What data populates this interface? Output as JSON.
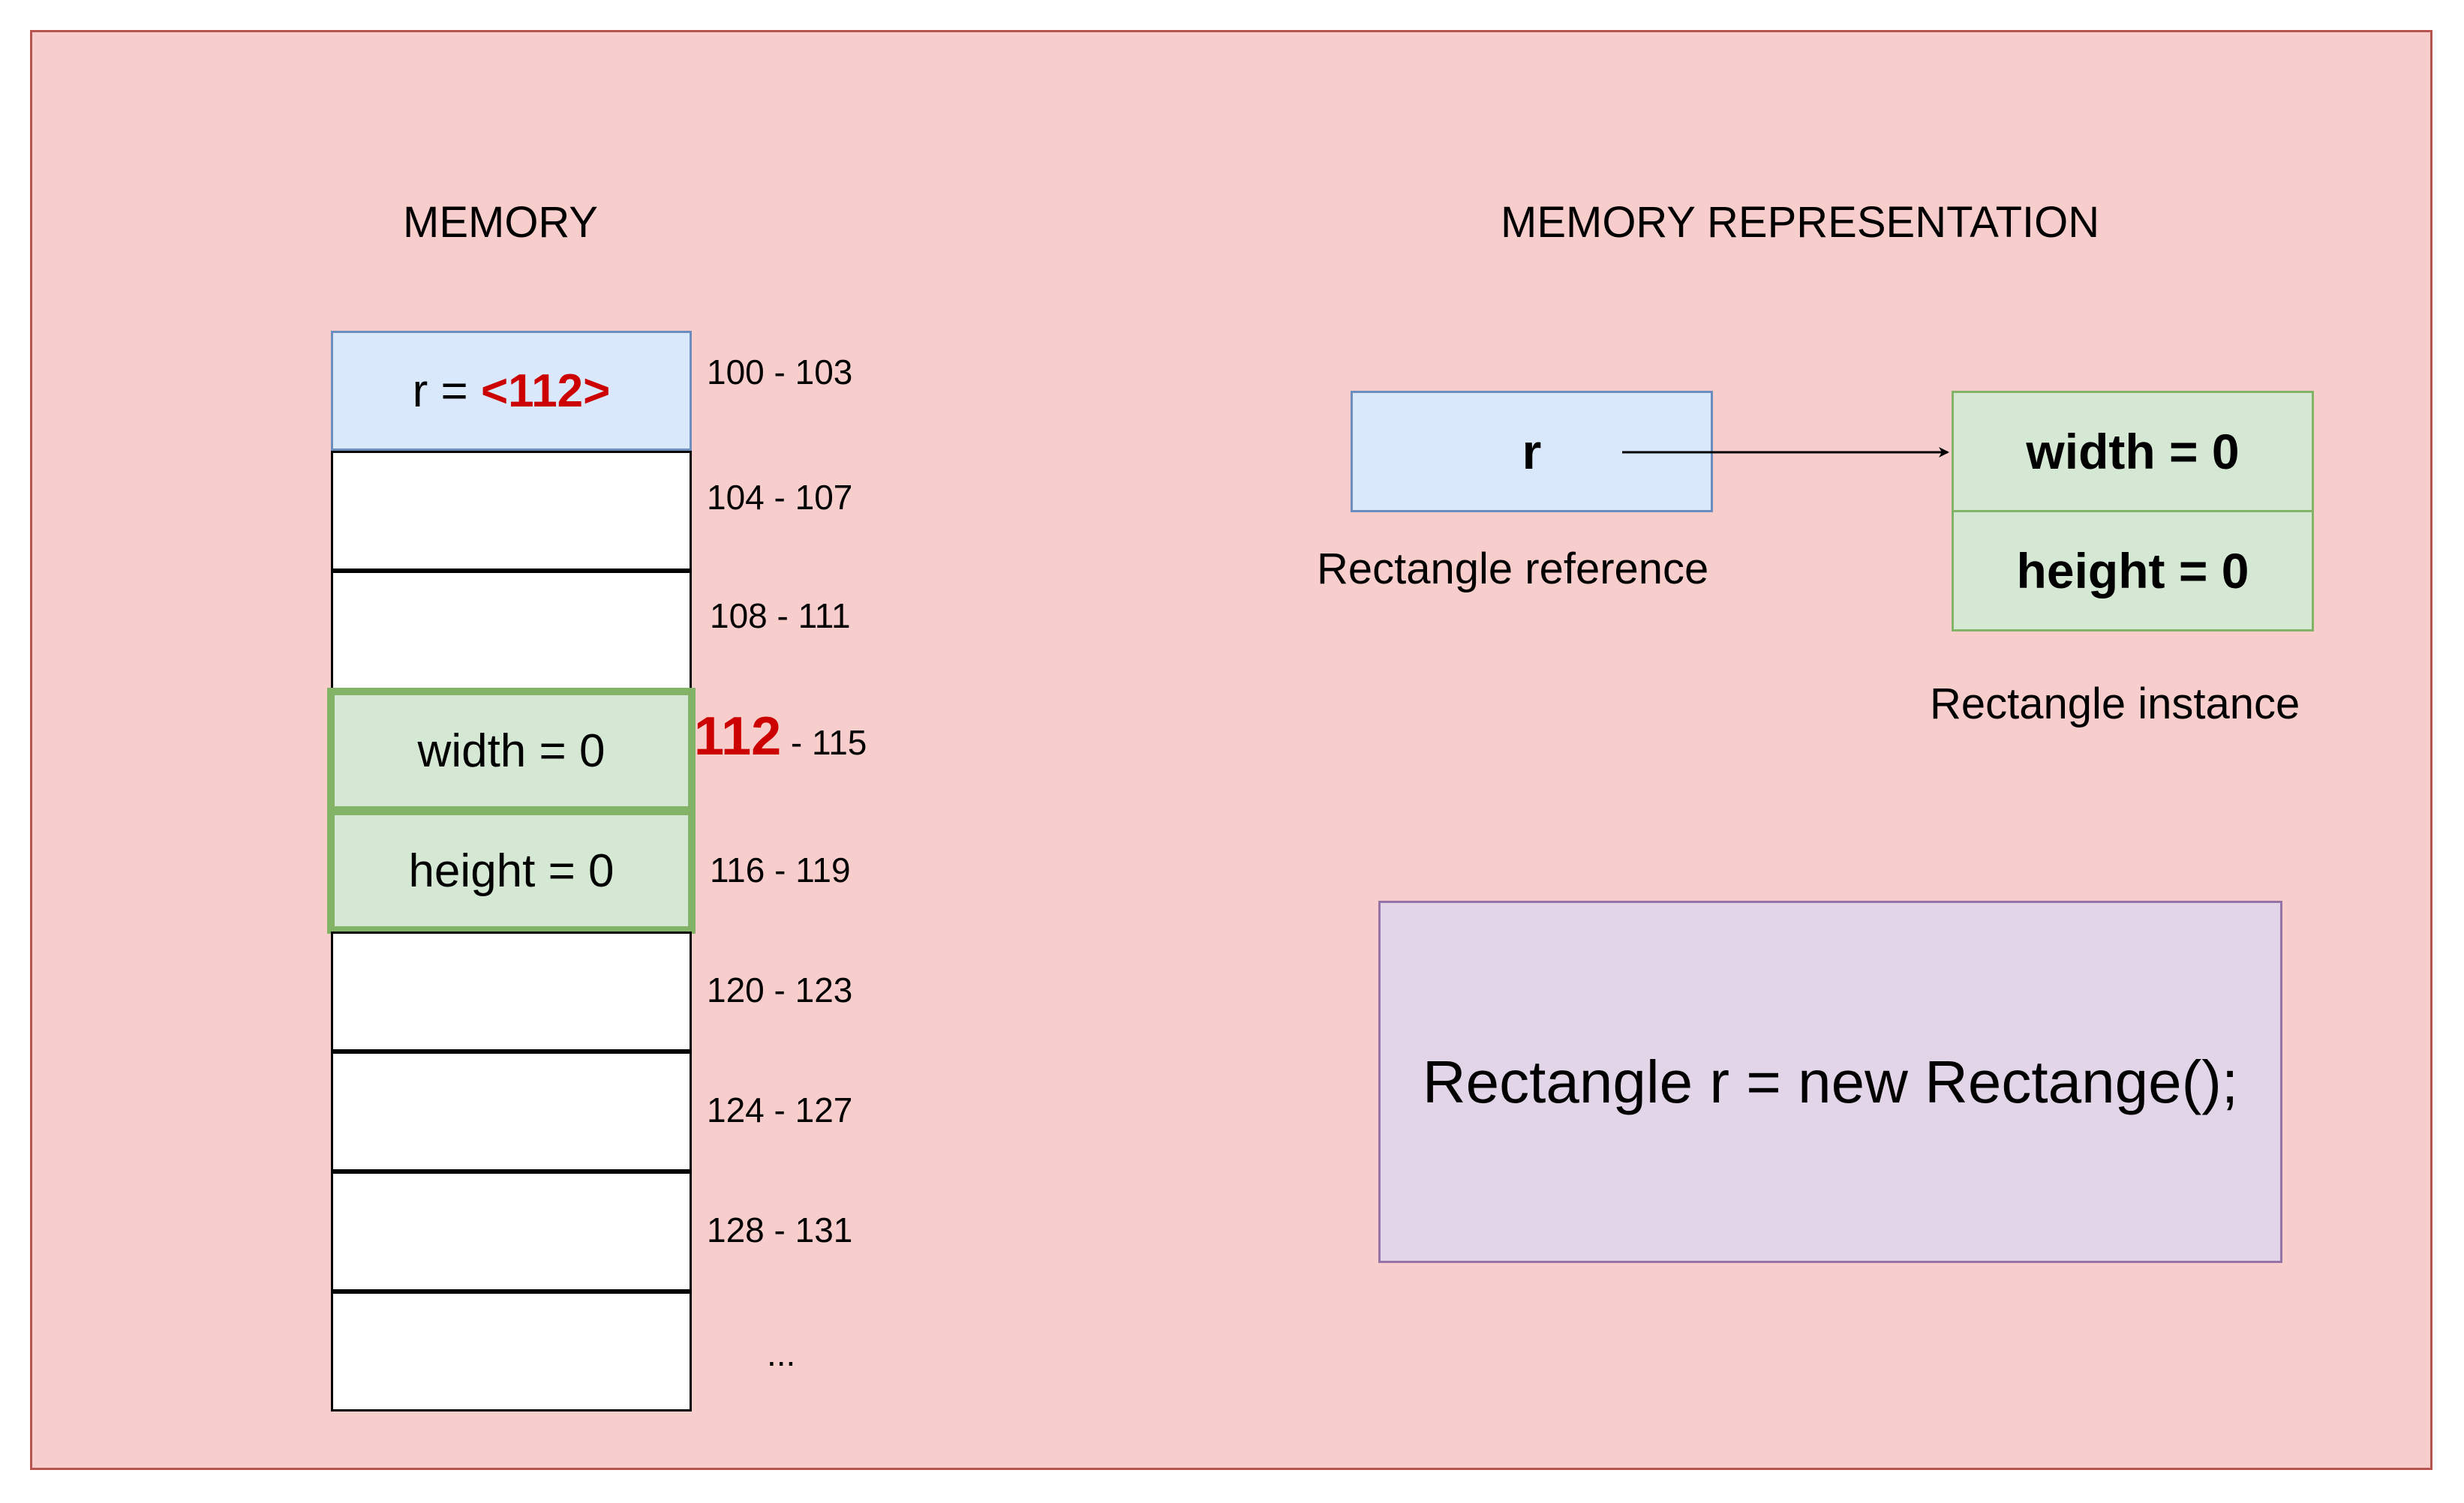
{
  "memory": {
    "title": "MEMORY",
    "cells": [
      {
        "prefix": "r = ",
        "pointer": "<112>",
        "address": "100 - 103",
        "kind": "ref"
      },
      {
        "text": "",
        "address": "104 - 107",
        "kind": "empty"
      },
      {
        "text": "",
        "address": "108 - 111",
        "kind": "empty"
      },
      {
        "text": "width = 0",
        "address_start": "112",
        "address_end": " - 115",
        "kind": "obj"
      },
      {
        "text": "height = 0",
        "address": "116 - 119",
        "kind": "obj"
      },
      {
        "text": "",
        "address": "120 - 123",
        "kind": "empty"
      },
      {
        "text": "",
        "address": "124 - 127",
        "kind": "empty"
      },
      {
        "text": "",
        "address": "128 - 131",
        "kind": "empty"
      },
      {
        "text": "",
        "address": "...",
        "kind": "empty"
      }
    ]
  },
  "representation": {
    "title": "MEMORY REPRESENTATION",
    "reference": {
      "label": "r",
      "caption": "Rectangle reference"
    },
    "instance": {
      "fields": [
        "width = 0",
        "height = 0"
      ],
      "caption": "Rectangle instance"
    }
  },
  "code": {
    "statement": "Rectangle r = new Rectange();"
  },
  "colors": {
    "background": "#f8cecc",
    "reference_fill": "#dae8fc",
    "instance_fill": "#d5e8d4",
    "code_fill": "#e1d5e7",
    "highlight": "#cc0000"
  }
}
